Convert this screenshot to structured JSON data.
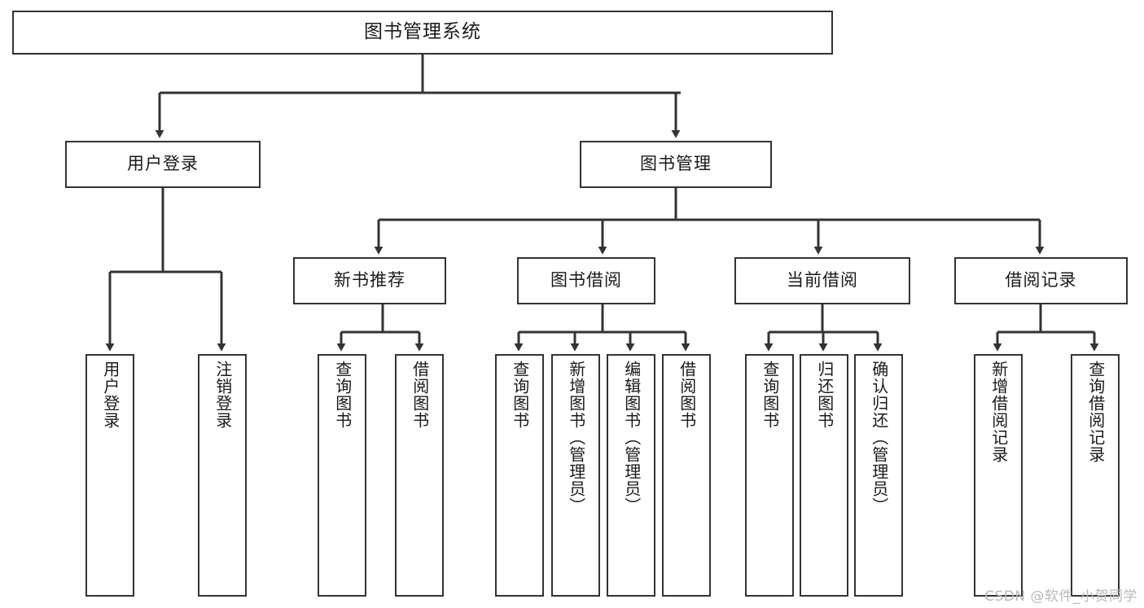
{
  "diagram": {
    "title": "图书管理系统",
    "watermark": "CSDN @软件_小贺同学",
    "root": {
      "label": "图书管理系统"
    },
    "level2": [
      {
        "id": "user-login",
        "label": "用户登录"
      },
      {
        "id": "book-manage",
        "label": "图书管理"
      }
    ],
    "level3": [
      {
        "id": "new-book-recommend",
        "label": "新书推荐"
      },
      {
        "id": "book-borrow",
        "label": "图书借阅"
      },
      {
        "id": "current-borrow",
        "label": "当前借阅"
      },
      {
        "id": "borrow-record",
        "label": "借阅记录"
      }
    ],
    "leaves": {
      "user_login": [
        {
          "id": "leaf-user-login",
          "label": "用户登录"
        },
        {
          "id": "leaf-logout-login",
          "label": "注销登录"
        }
      ],
      "new_book_recommend": [
        {
          "id": "leaf-query-book-1",
          "label": "查询图书"
        },
        {
          "id": "leaf-borrow-book-1",
          "label": "借阅图书"
        }
      ],
      "book_borrow": [
        {
          "id": "leaf-query-book-2",
          "label": "查询图书"
        },
        {
          "id": "leaf-add-book",
          "label": "新增图书（管理员）"
        },
        {
          "id": "leaf-edit-book",
          "label": "编辑图书（管理员）"
        },
        {
          "id": "leaf-borrow-book-2",
          "label": "借阅图书"
        }
      ],
      "current_borrow": [
        {
          "id": "leaf-query-book-3",
          "label": "查询图书"
        },
        {
          "id": "leaf-return-book",
          "label": "归还图书"
        },
        {
          "id": "leaf-confirm-return",
          "label": "确认归还（管理员）"
        }
      ],
      "borrow_record": [
        {
          "id": "leaf-add-record",
          "label": "新增借阅记录"
        },
        {
          "id": "leaf-query-record",
          "label": "查询借阅记录"
        }
      ]
    },
    "colors": {
      "stroke": "#333333",
      "box_fill": "#ffffff",
      "text": "#1a1a1a",
      "watermark": "#b9b9b9"
    }
  }
}
